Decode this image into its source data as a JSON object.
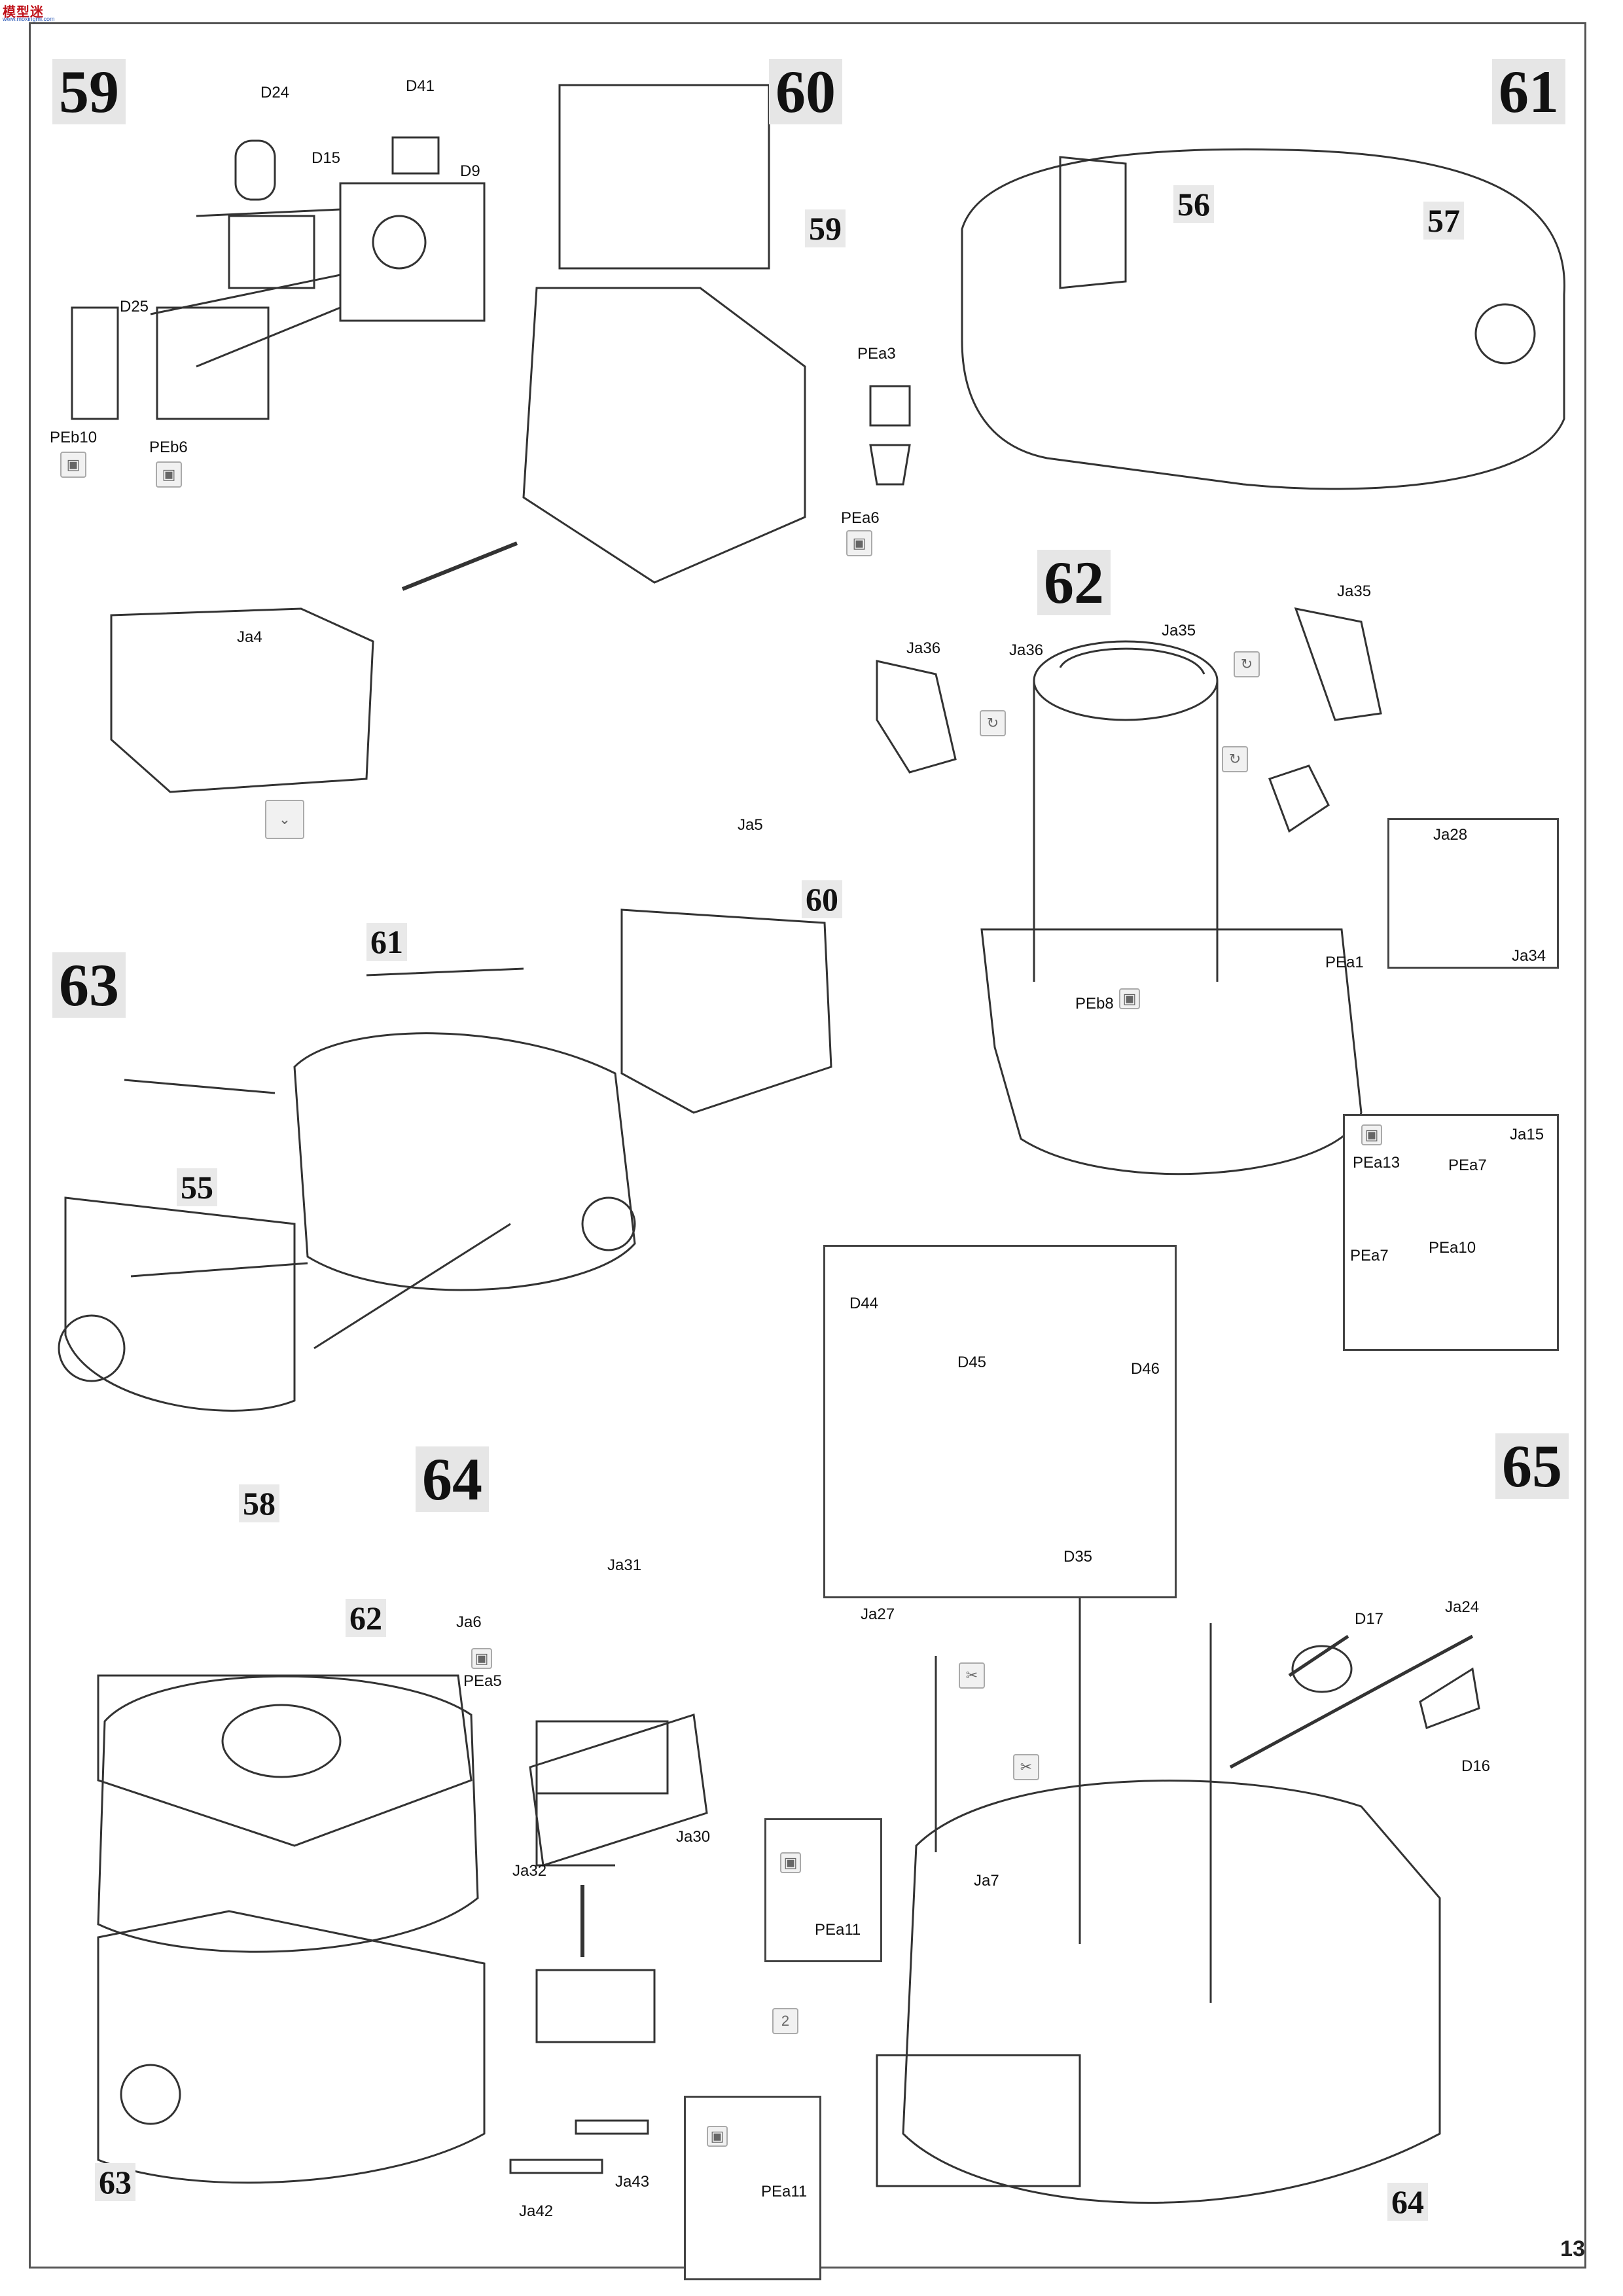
{
  "logo": {
    "top": "模型迷",
    "bottom": "www.moxingmi.com"
  },
  "page_number": "13",
  "steps": [
    {
      "id": "59",
      "number": "59"
    },
    {
      "id": "60",
      "number": "60"
    },
    {
      "id": "61",
      "number": "61"
    },
    {
      "id": "62",
      "number": "62"
    },
    {
      "id": "63",
      "number": "63"
    },
    {
      "id": "64",
      "number": "64"
    },
    {
      "id": "65",
      "number": "65"
    }
  ],
  "sub_assembly_refs": [
    "59",
    "56",
    "57",
    "61",
    "60",
    "55",
    "58",
    "62",
    "63",
    "64"
  ],
  "part_labels": {
    "s59": [
      "D24",
      "D41",
      "D15",
      "D9",
      "D25",
      "PEb10",
      "PEb6"
    ],
    "s60": [
      "PEa3",
      "PEa6",
      "Ja4"
    ],
    "s62": [
      "Ja36",
      "Ja36",
      "Ja35",
      "Ja35",
      "Ja28",
      "Ja34",
      "PEa1",
      "PEb8",
      "PEa13",
      "PEa7",
      "Ja15",
      "PEa7",
      "PEa10"
    ],
    "s63": [
      "Ja5"
    ],
    "s64": [
      "Ja31",
      "Ja6",
      "PEa5",
      "Ja30",
      "Ja32",
      "Ja43",
      "Ja42"
    ],
    "s65": [
      "D44",
      "D46",
      "D45",
      "D35",
      "Ja27",
      "D17",
      "Ja24",
      "D16",
      "Ja7",
      "PEa11",
      "PEa11"
    ]
  },
  "icon_names": [
    "photo-etch-icon",
    "bend-icon",
    "rotate-icon",
    "cut-icon",
    "number-2-icon"
  ]
}
